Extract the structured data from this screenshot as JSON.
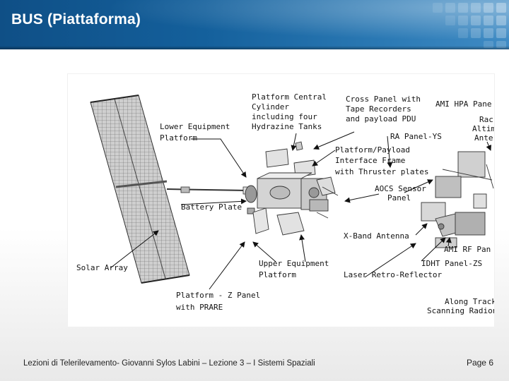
{
  "header": {
    "title": "BUS (Piattaforma)",
    "color_dark": "#0f4f86",
    "color_light": "#3f8bc4"
  },
  "figure": {
    "labels": {
      "central_cylinder": [
        "Platform Central",
        "Cylinder",
        "including four",
        "Hydrazine Tanks"
      ],
      "cross_panel": [
        "Cross Panel with",
        "Tape Recorders",
        "and payload PDU"
      ],
      "ami_hpa": "AMI HPA Pane",
      "radar_altimeter": [
        "Rac",
        "Altim",
        "Ante"
      ],
      "lower_equipment": [
        "Lower Equipment",
        "Platform"
      ],
      "ra_panel": "RA Panel-YS",
      "platform_payload": [
        "Platform/Payload",
        "Interface Frame",
        "with Thruster plates"
      ],
      "aocs_sensor": [
        "AOCS Sensor",
        "Panel"
      ],
      "battery_plate": "Battery Plate",
      "xband": "X-Band Antenna",
      "ami_rf": "AMI RF Pan",
      "solar_array": "Solar Array",
      "upper_equipment": [
        "Upper Equipment",
        "Platform"
      ],
      "idht_panel": "IDHT Panel-ZS",
      "laser": "Laser Retro-Reflector",
      "platform_z": [
        "Platform - Z Panel",
        "with PRARE"
      ],
      "along_track": [
        "Along Track",
        "Scanning Radion"
      ]
    }
  },
  "footer": {
    "text": "Lezioni di Telerilevamento- Giovanni Sylos Labini – Lezione 3 – I Sistemi Spaziali",
    "page": "Page 6"
  }
}
